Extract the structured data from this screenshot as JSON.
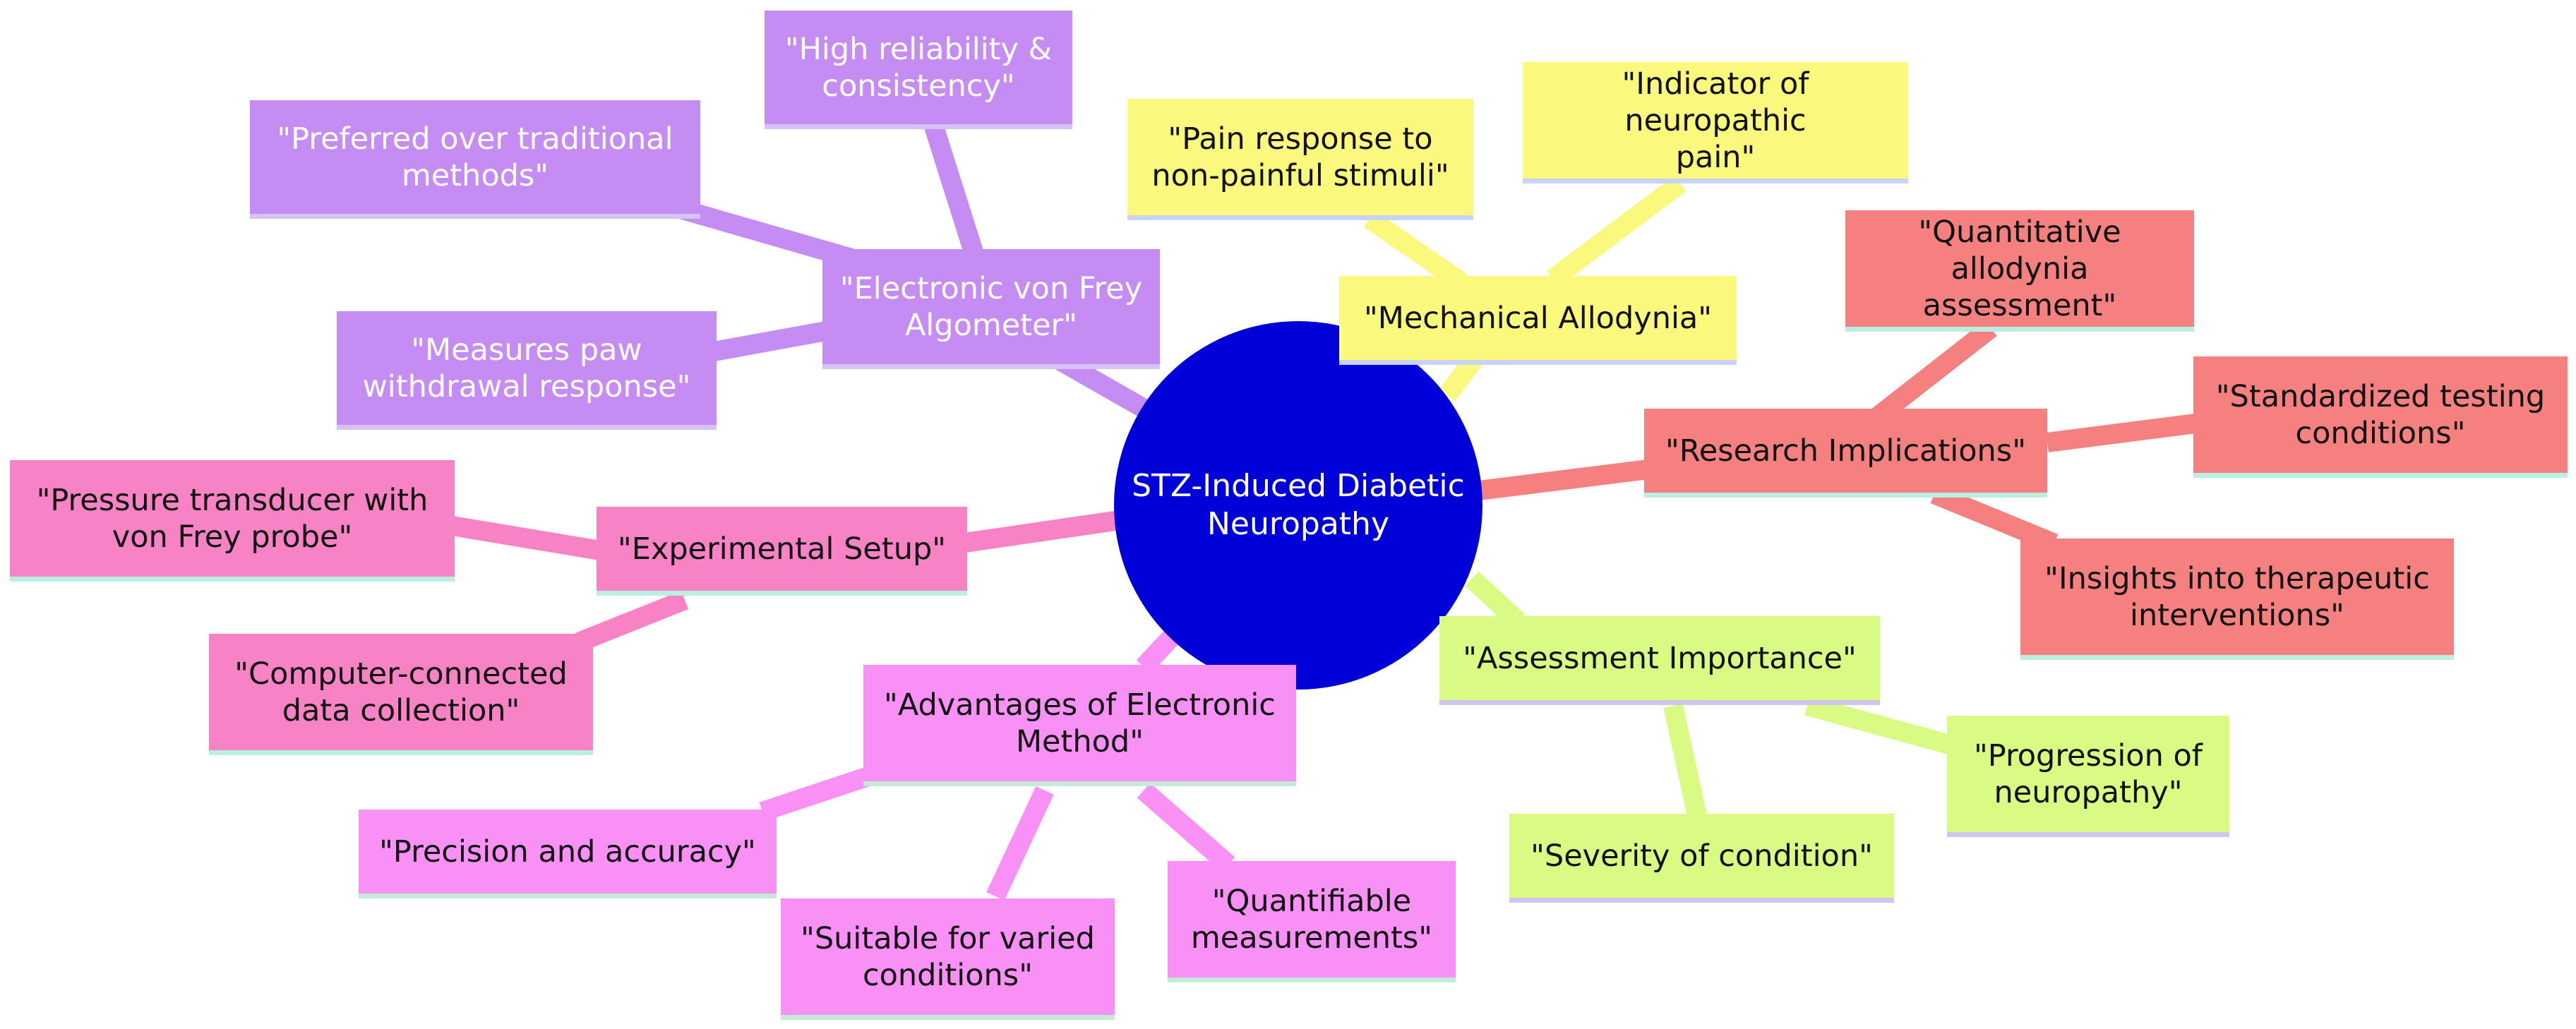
{
  "root": "STZ-Induced Diabetic\nNeuropathy",
  "colors": {
    "root": "#0000d8",
    "purple": "#c58cf4",
    "yellow": "#fbf97d",
    "red": "#f58080",
    "pink": "#f883c4",
    "magenta": "#f990f6",
    "green": "#d9fb84"
  },
  "branches": {
    "electronic": {
      "label": "\"Electronic von Frey\nAlgometer\"",
      "children": [
        "\"High reliability &\nconsistency\"",
        "\"Preferred over traditional\nmethods\"",
        "\"Measures paw\nwithdrawal response\""
      ]
    },
    "mechanical": {
      "label": "\"Mechanical Allodynia\"",
      "children": [
        "\"Pain response to\nnon-painful stimuli\"",
        "\"Indicator of neuropathic\npain\""
      ]
    },
    "research": {
      "label": "\"Research Implications\"",
      "children": [
        "\"Quantitative allodynia\nassessment\"",
        "\"Standardized testing\nconditions\"",
        "\"Insights into therapeutic\ninterventions\""
      ]
    },
    "assessment": {
      "label": "\"Assessment Importance\"",
      "children": [
        "\"Progression of\nneuropathy\"",
        "\"Severity of condition\""
      ]
    },
    "advantages": {
      "label": "\"Advantages of Electronic\nMethod\"",
      "children": [
        "\"Precision and accuracy\"",
        "\"Suitable for varied\nconditions\"",
        "\"Quantifiable\nmeasurements\""
      ]
    },
    "setup": {
      "label": "\"Experimental Setup\"",
      "children": [
        "\"Pressure transducer with\nvon Frey probe\"",
        "\"Computer-connected\ndata collection\""
      ]
    }
  }
}
